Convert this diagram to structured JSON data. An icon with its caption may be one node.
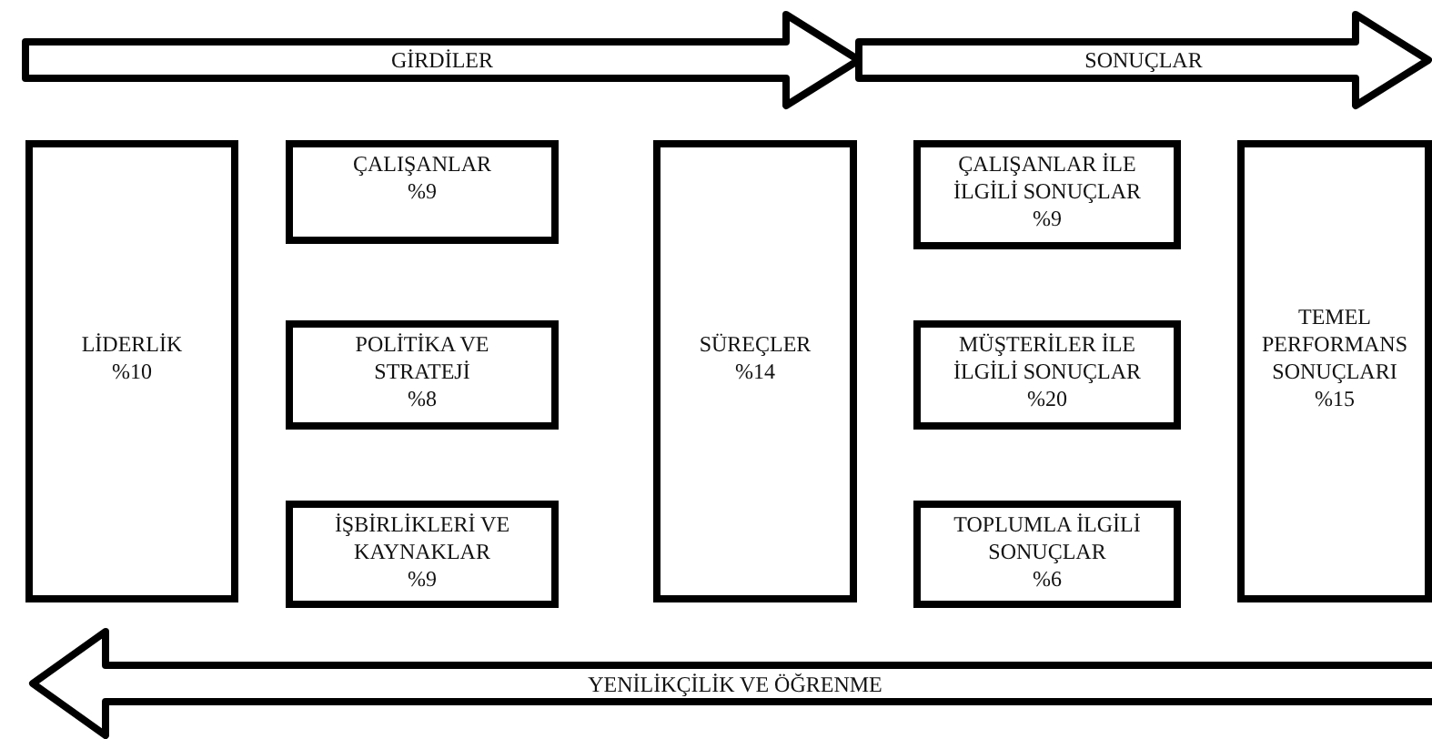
{
  "diagram": {
    "nodes": [
      {
        "text": [
          "GİRDİLER"
        ]
      },
      {
        "text": [
          "SONUÇLAR"
        ]
      },
      {
        "text": [
          "LİDERLİK",
          "%10"
        ]
      },
      {
        "text": [
          "ÇALIŞANLAR",
          "%9"
        ]
      },
      {
        "text": [
          "POLİTİKA VE STRATEJİ",
          "%8"
        ]
      },
      {
        "text": [
          "İŞBİRLİKLERİ VE KAYNAKLAR",
          "%9"
        ]
      },
      {
        "text": [
          "SÜREÇLER",
          "%14"
        ]
      },
      {
        "text": [
          "ÇALIŞANLAR İLE İLGİLİ SONUÇLAR",
          "%9"
        ]
      },
      {
        "text": [
          "MÜŞTERİLER İLE İLGİLİ SONUÇLAR",
          "%20"
        ]
      },
      {
        "text": [
          "TOPLUMLA İLGİLİ SONUÇLAR",
          "%6"
        ]
      },
      {
        "text": [
          "TEMEL PERFORMANS SONUÇLARI",
          "%15"
        ]
      },
      {
        "text": [
          "YENİLİKÇİLİK VE ÖĞRENME"
        ]
      }
    ],
    "edges": []
  }
}
